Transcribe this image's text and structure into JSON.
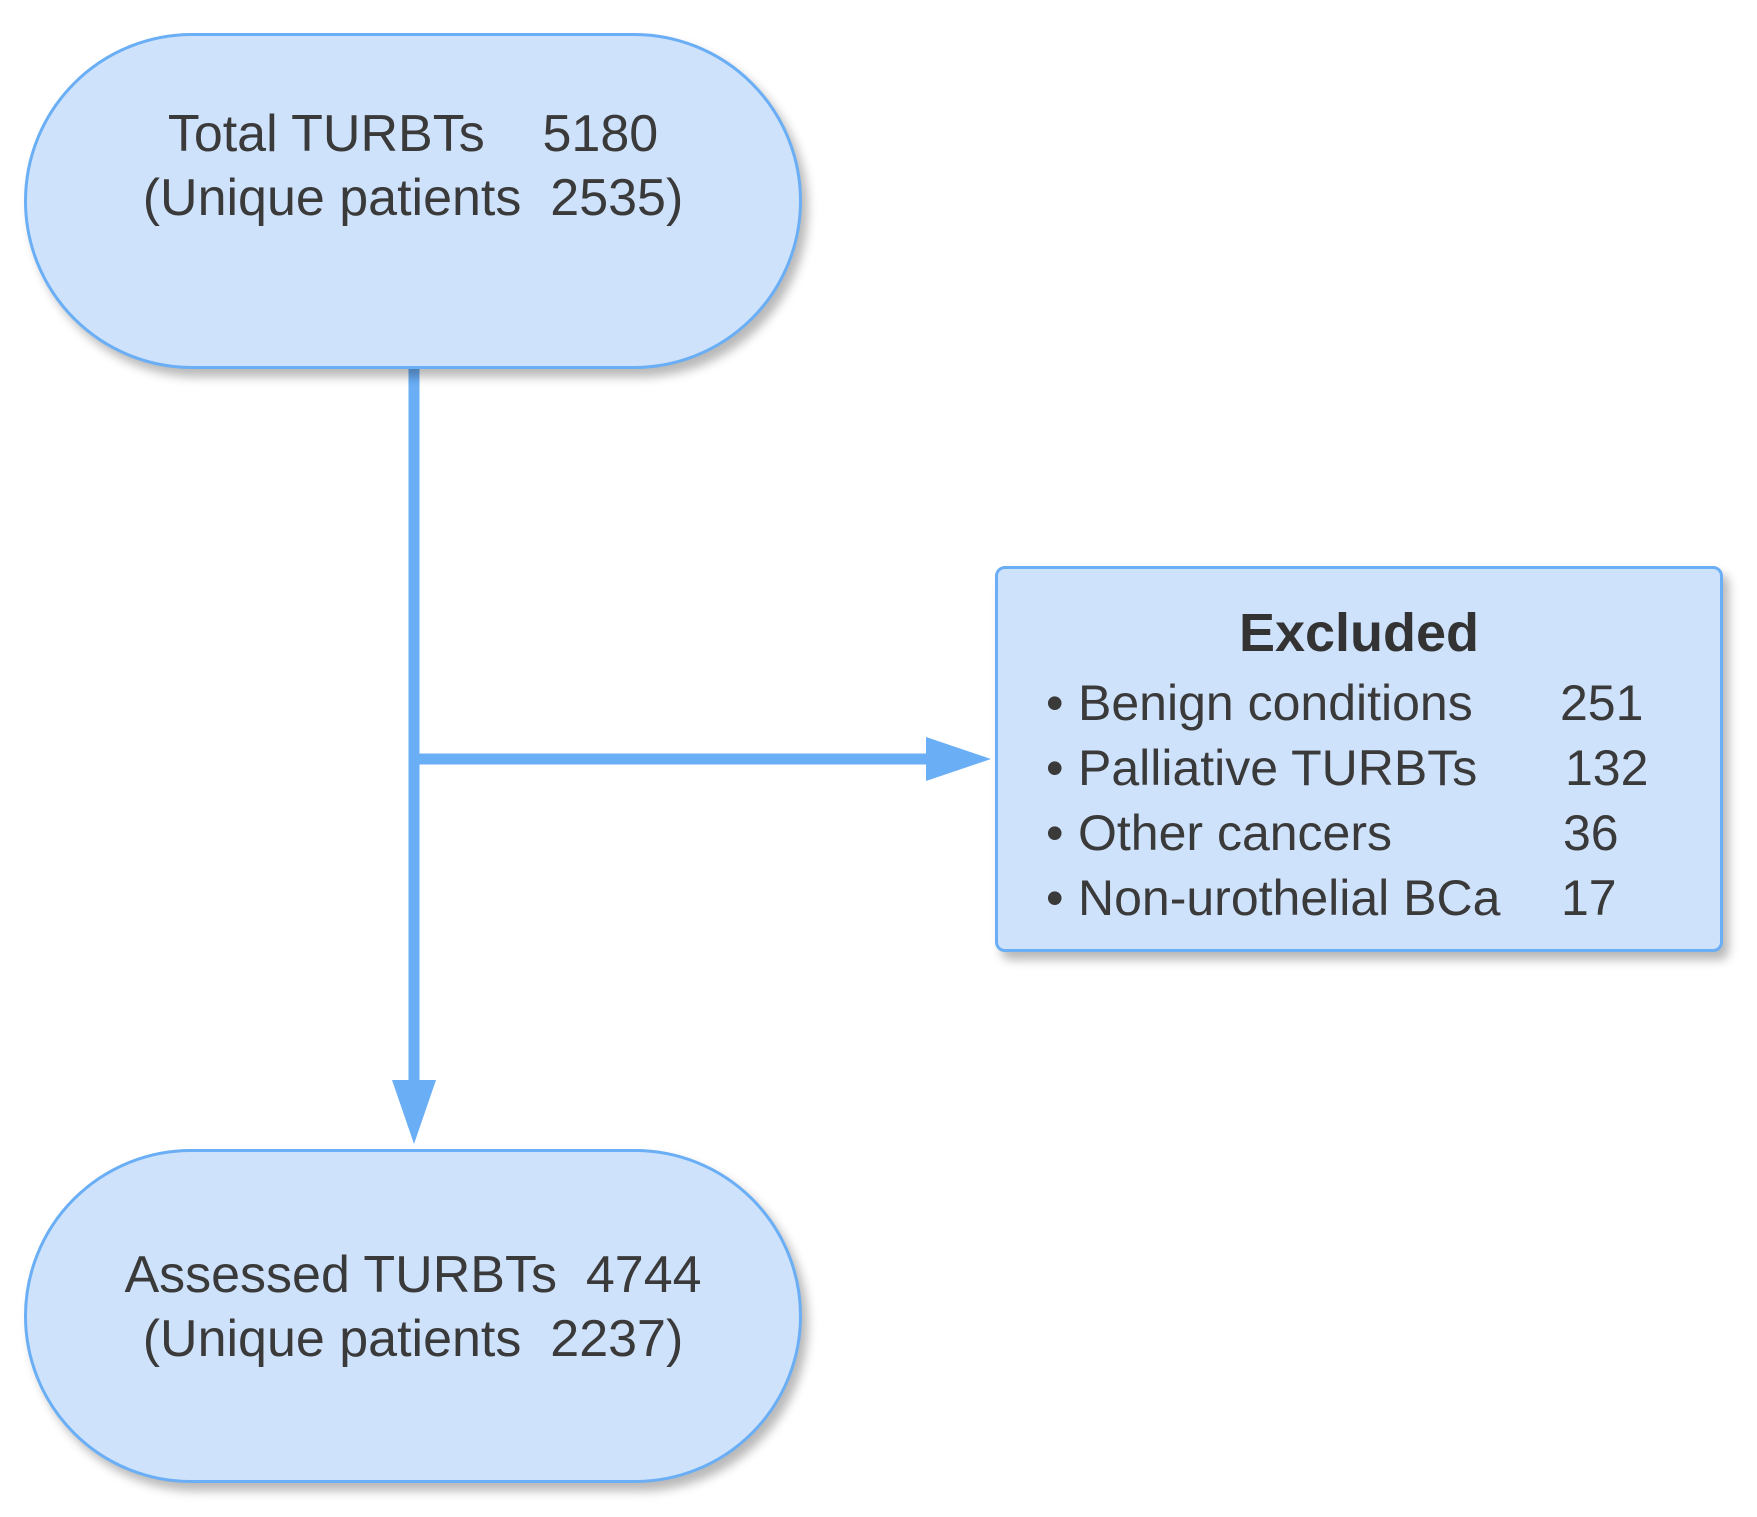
{
  "start_node": {
    "line1": "Total TURBTs    5180",
    "line2": "(Unique patients  2535)"
  },
  "excluded_node": {
    "title": "Excluded",
    "items": [
      {
        "bullet": "•",
        "label": "Benign conditions",
        "value": "251"
      },
      {
        "bullet": "•",
        "label": "Palliative TURBTs",
        "value": "132"
      },
      {
        "bullet": "•",
        "label": "Other cancers",
        "value": "36"
      },
      {
        "bullet": "•",
        "label": "Non-urothelial BCa",
        "value": "17"
      }
    ]
  },
  "end_node": {
    "line1": "Assessed TURBTs  4744",
    "line2": "(Unique patients  2237)"
  },
  "colors": {
    "node_fill": "#cfe2fb",
    "node_border": "#6aaef5",
    "connector": "#6aaef5",
    "text": "#3a3a3a"
  }
}
